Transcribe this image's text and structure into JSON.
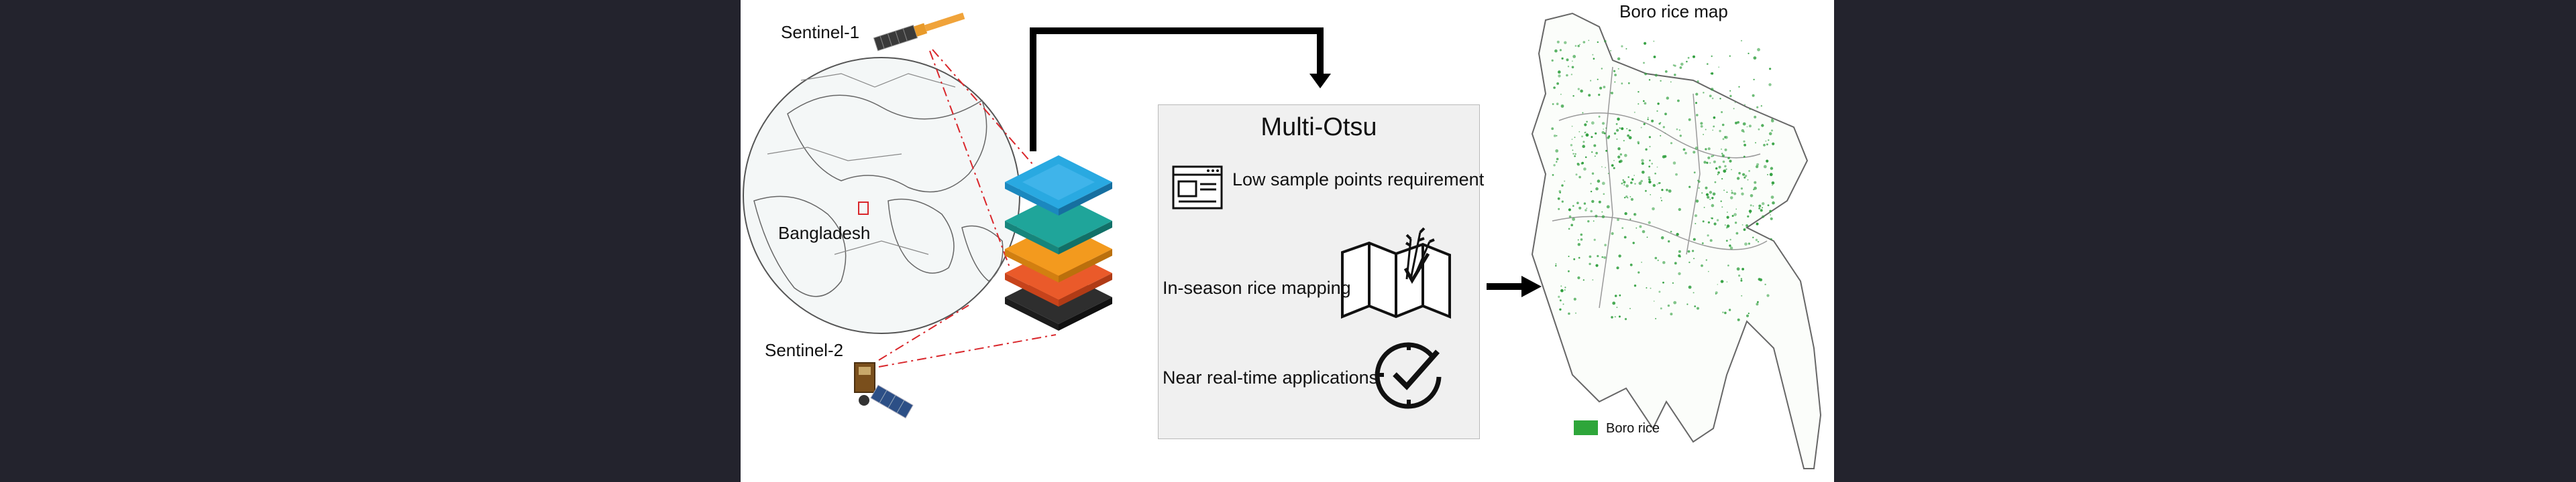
{
  "labels": {
    "sentinel1": "Sentinel-1",
    "sentinel2": "Sentinel-2",
    "bangladesh": "Bangladesh"
  },
  "panel": {
    "title": "Multi-Otsu",
    "features": [
      {
        "text": "Low sample points requirement",
        "icon": "browser-window-icon"
      },
      {
        "text": "In-season rice mapping",
        "icon": "folded-map-rice-icon"
      },
      {
        "text": "Near real-time applications",
        "icon": "clock-check-icon"
      }
    ]
  },
  "map": {
    "title": "Boro rice map",
    "legend": {
      "label": "Boro rice",
      "color": "#2ea63a"
    }
  },
  "colors": {
    "layer_blue": "#29a9e1",
    "layer_teal": "#1fa59a",
    "layer_orange": "#f39a1e",
    "layer_red": "#ea5a2a",
    "layer_dark": "#3a3a3a",
    "dash_red": "#d9262b",
    "arrow": "#000000"
  }
}
